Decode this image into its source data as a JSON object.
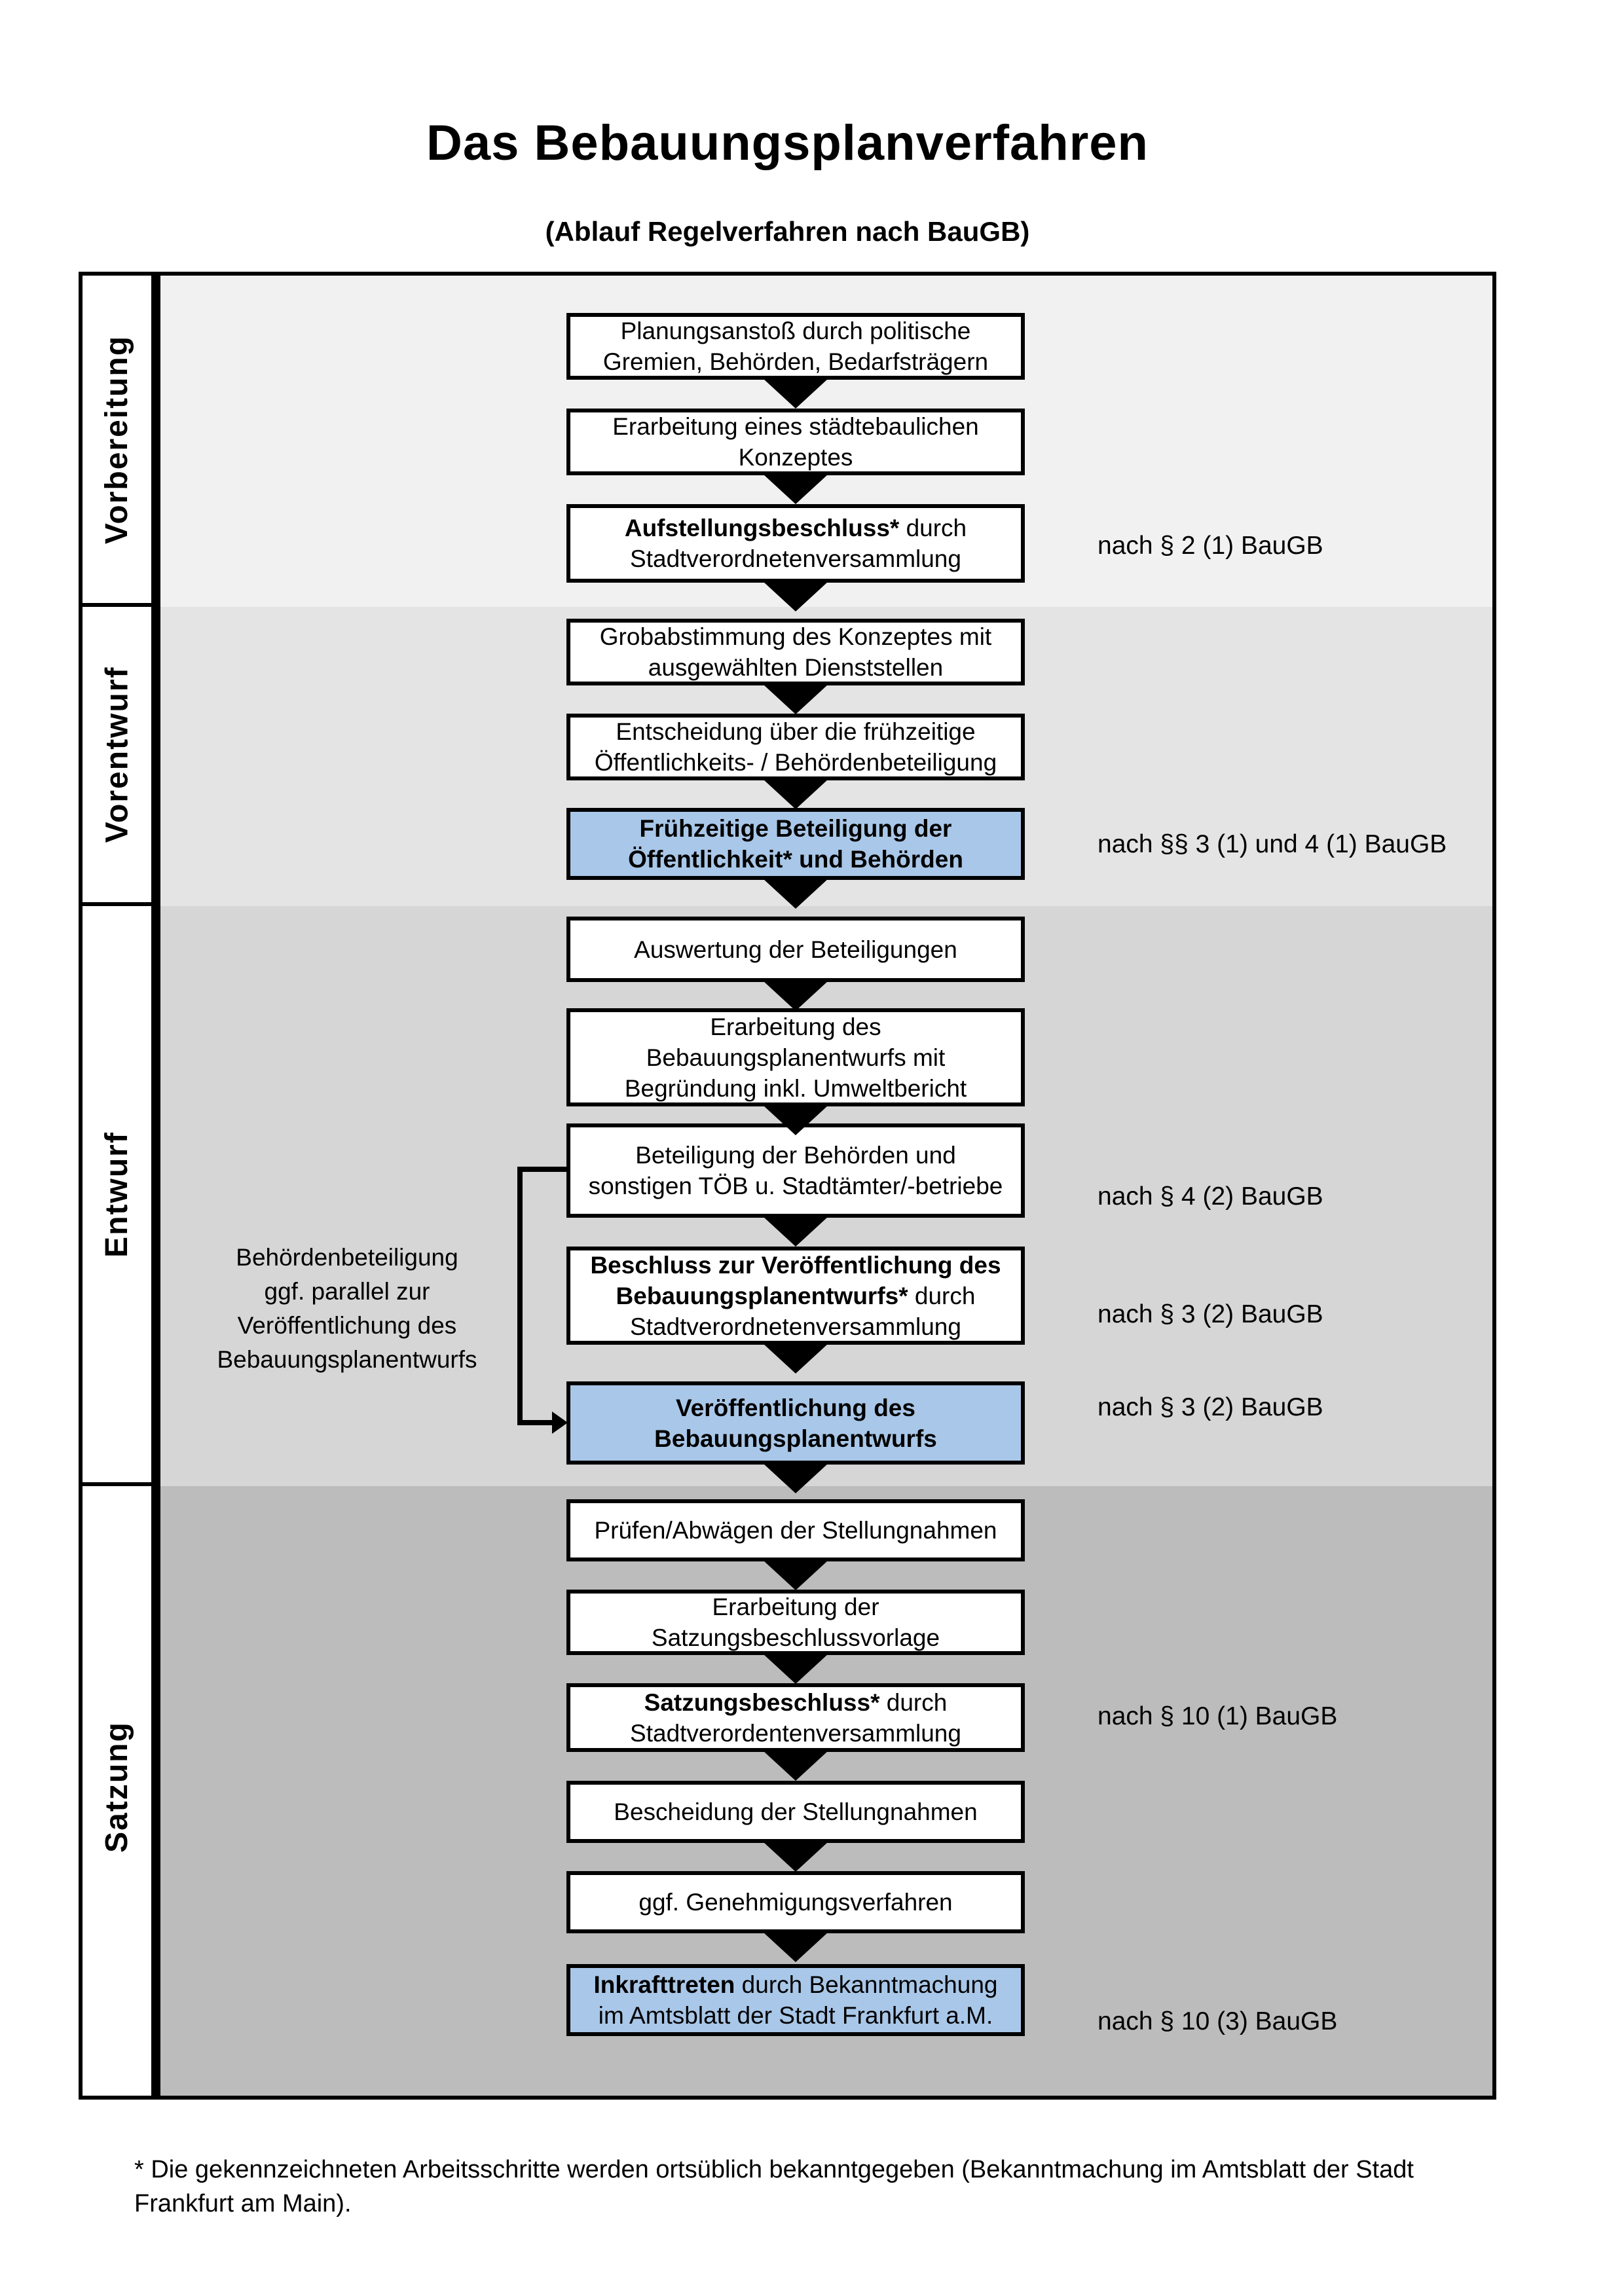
{
  "title": "Das Bebauungsplanverfahren",
  "subtitle": "(Ablauf Regelverfahren nach BauGB)",
  "phases": [
    "Vorbereitung",
    "Vorentwurf",
    "Entwurf",
    "Satzung"
  ],
  "colors": {
    "band_vorbereitung": "#f1f1f1",
    "band_vorentwurf": "#e4e4e4",
    "band_entwurf": "#d6d6d6",
    "band_satzung": "#bcbcbc",
    "highlight_blue": "#a9c7e8",
    "line_black": "#000000"
  },
  "boxes": [
    {
      "lines": [
        [
          {
            "t": "Planungsanstoß durch politische",
            "b": false
          }
        ],
        [
          {
            "t": "Gremien, Behörden, Bedarfsträgern",
            "b": false
          }
        ]
      ],
      "highlight": false
    },
    {
      "lines": [
        [
          {
            "t": "Erarbeitung eines städtebaulichen",
            "b": false
          }
        ],
        [
          {
            "t": "Konzeptes",
            "b": false
          }
        ]
      ],
      "highlight": false
    },
    {
      "lines": [
        [
          {
            "t": "Aufstellungsbeschluss*",
            "b": true
          },
          {
            "t": " durch",
            "b": false
          }
        ],
        [
          {
            "t": "Stadtverordnetenversammlung",
            "b": false
          }
        ]
      ],
      "highlight": false
    },
    {
      "lines": [
        [
          {
            "t": "Grobabstimmung des Konzeptes mit",
            "b": false
          }
        ],
        [
          {
            "t": "ausgewählten Dienststellen",
            "b": false
          }
        ]
      ],
      "highlight": false
    },
    {
      "lines": [
        [
          {
            "t": "Entscheidung über die frühzeitige",
            "b": false
          }
        ],
        [
          {
            "t": "Öffentlichkeits- / Behördenbeteiligung",
            "b": false
          }
        ]
      ],
      "highlight": false
    },
    {
      "lines": [
        [
          {
            "t": "Frühzeitige Beteiligung der",
            "b": true
          }
        ],
        [
          {
            "t": "Öffentlichkeit* und Behörden",
            "b": true
          }
        ]
      ],
      "highlight": true
    },
    {
      "lines": [
        [
          {
            "t": "Auswertung der Beteiligungen",
            "b": false
          }
        ]
      ],
      "highlight": false
    },
    {
      "lines": [
        [
          {
            "t": "Erarbeitung des",
            "b": false
          }
        ],
        [
          {
            "t": "Bebauungsplanentwurfs mit",
            "b": false
          }
        ],
        [
          {
            "t": "Begründung inkl. Umweltbericht",
            "b": false
          }
        ]
      ],
      "highlight": false
    },
    {
      "lines": [
        [
          {
            "t": "Beteiligung der Behörden und",
            "b": false
          }
        ],
        [
          {
            "t": "sonstigen TÖB u. Stadtämter/-betriebe",
            "b": false
          }
        ]
      ],
      "highlight": false
    },
    {
      "lines": [
        [
          {
            "t": "Beschluss zur Veröffentlichung des",
            "b": true
          }
        ],
        [
          {
            "t": "Bebauungsplanentwurfs*",
            "b": true
          },
          {
            "t": " durch",
            "b": false
          }
        ],
        [
          {
            "t": "Stadtverordnetenversammlung",
            "b": false
          }
        ]
      ],
      "highlight": false
    },
    {
      "lines": [
        [
          {
            "t": "Veröffentlichung des",
            "b": true
          }
        ],
        [
          {
            "t": "Bebauungsplanentwurfs",
            "b": true
          }
        ]
      ],
      "highlight": true
    },
    {
      "lines": [
        [
          {
            "t": "Prüfen/Abwägen der Stellungnahmen",
            "b": false
          }
        ]
      ],
      "highlight": false
    },
    {
      "lines": [
        [
          {
            "t": "Erarbeitung der",
            "b": false
          }
        ],
        [
          {
            "t": "Satzungsbeschlussvorlage",
            "b": false
          }
        ]
      ],
      "highlight": false
    },
    {
      "lines": [
        [
          {
            "t": "Satzungsbeschluss*",
            "b": true
          },
          {
            "t": " durch",
            "b": false
          }
        ],
        [
          {
            "t": "Stadtverordentenversammlung",
            "b": false
          }
        ]
      ],
      "highlight": false
    },
    {
      "lines": [
        [
          {
            "t": "Bescheidung der Stellungnahmen",
            "b": false
          }
        ]
      ],
      "highlight": false
    },
    {
      "lines": [
        [
          {
            "t": "ggf. Genehmigungsverfahren",
            "b": false
          }
        ]
      ],
      "highlight": false
    },
    {
      "lines": [
        [
          {
            "t": "Inkrafttreten",
            "b": true
          },
          {
            "t": " durch Bekanntmachung",
            "b": false
          }
        ],
        [
          {
            "t": "im Amtsblatt der Stadt Frankfurt a.M.",
            "b": false
          }
        ]
      ],
      "highlight": true
    }
  ],
  "annotations": [
    "nach § 2 (1) BauGB",
    "nach §§ 3 (1) und 4 (1) BauGB",
    "nach § 4 (2) BauGB",
    "nach § 3 (2) BauGB",
    "nach § 3 (2) BauGB",
    "nach § 10 (1) BauGB",
    "nach § 10 (3) BauGB"
  ],
  "side_note": {
    "lines": [
      "Behördenbeteiligung",
      "ggf. parallel zur",
      "Veröffentlichung des",
      "Bebauungsplanentwurfs"
    ]
  },
  "footnote": "* Die gekennzeichneten Arbeitsschritte werden ortsüblich bekanntgegeben (Bekanntmachung im Amtsblatt  der Stadt Frankfurt am Main)."
}
